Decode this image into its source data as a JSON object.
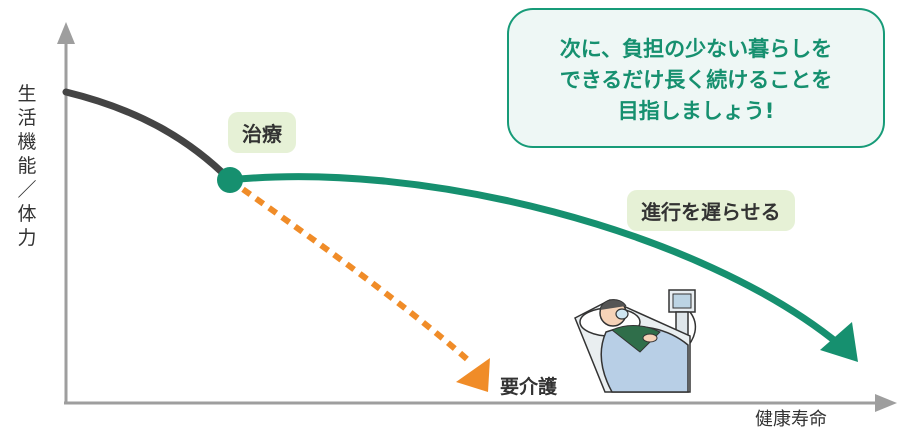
{
  "y_axis_label_chars": [
    "生",
    "活",
    "機",
    "能",
    "／",
    "体",
    "力"
  ],
  "x_axis_label": "健康寿命",
  "labels": {
    "treatment": "治療",
    "slow_progression": "進行を遅らせる",
    "care_needed": "要介護"
  },
  "callout_lines": [
    "次に、負担の少ない暮らしを",
    "できるだけ長く続けることを",
    "目指しましょう!"
  ],
  "colors": {
    "accent_green": "#16906f",
    "curve_dark": "#444444",
    "dashed_orange": "#f08c28",
    "pill_bg": "#e6f1d6",
    "axis_gray": "#9e9e9e"
  },
  "icons": [
    "patient-on-ventilator-illustration"
  ]
}
